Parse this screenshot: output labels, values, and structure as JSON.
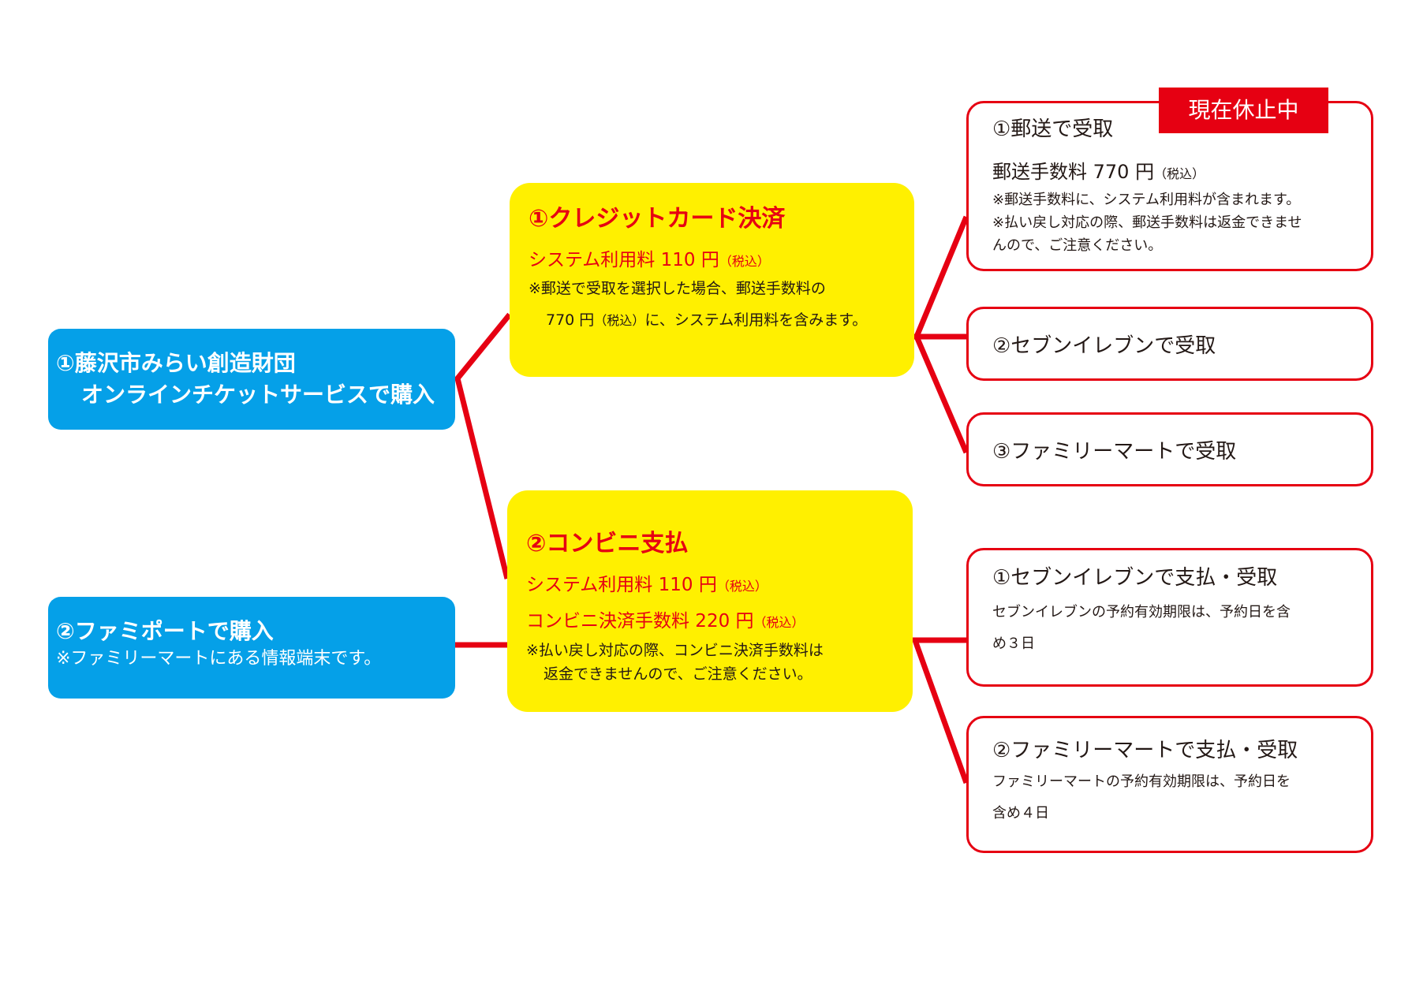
{
  "purchase": [
    {
      "title": "①藤沢市みらい創造財団",
      "title2": "オンラインチケットサービスで購入"
    },
    {
      "title": "②ファミポートで購入",
      "note": "※ファミリーマートにある情報端末です。"
    }
  ],
  "payment": [
    {
      "title": "①クレジットカード決済",
      "fees": [
        {
          "label": "システム利用料 110 円",
          "tax": "（税込）"
        }
      ],
      "note_line1": "※郵送で受取を選択した場合、郵送手数料の",
      "note_line2_a": "770 円",
      "note_line2_tax": "（税込）",
      "note_line2_b": "に、システム利用料を含みます。"
    },
    {
      "title": "②コンビニ支払",
      "fees": [
        {
          "label": "システム利用料 110 円",
          "tax": "（税込）"
        },
        {
          "label": "コンビニ決済手数料 220 円",
          "tax": "（税込）"
        }
      ],
      "note_line1": "※払い戻し対応の際、コンビニ決済手数料は",
      "note_line2": "返金できませんので、ご注意ください。"
    }
  ],
  "receive": {
    "mail": {
      "title": "①郵送で受取",
      "status_tag": "現在休止中",
      "fee": "郵送手数料 770 円",
      "fee_tax": "（税込）",
      "note1": "※郵送手数料に、システム利用料が含まれます。",
      "note2": "※払い戻し対応の際、郵送手数料は返金できませ",
      "note3": "んので、ご注意ください。"
    },
    "seven": {
      "title": "②セブンイレブンで受取"
    },
    "family": {
      "title": "③ファミリーマートで受取"
    }
  },
  "convenience": [
    {
      "title": "①セブンイレブンで支払・受取",
      "note1": "セブンイレブンの予約有効期限は、予約日を含",
      "note2": "め３日"
    },
    {
      "title": "②ファミリーマートで支払・受取",
      "note1": "ファミリーマートの予約有効期限は、予約日を",
      "note2": "含め４日"
    }
  ],
  "colors": {
    "line": "#e60012",
    "blue": "#05a0e8",
    "yellow": "#fff000"
  }
}
